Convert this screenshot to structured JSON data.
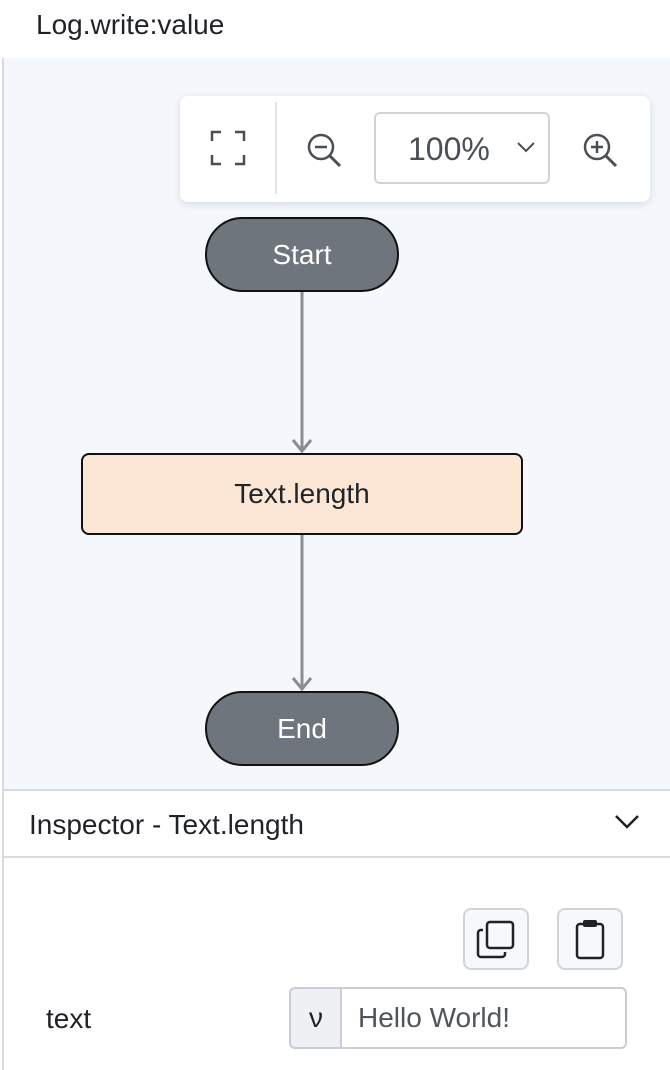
{
  "window": {
    "title": "Log.write:value"
  },
  "toolbar": {
    "fit_icon": "fullscreen-frame-icon",
    "zoom_out_icon": "zoom-out-icon",
    "zoom_in_icon": "zoom-in-icon",
    "zoom_value": "100%"
  },
  "diagram": {
    "nodes": [
      {
        "id": "start",
        "label": "Start",
        "shape": "terminal"
      },
      {
        "id": "text_length",
        "label": "Text.length",
        "shape": "process"
      },
      {
        "id": "end",
        "label": "End",
        "shape": "terminal"
      }
    ],
    "edges": [
      {
        "from": "start",
        "to": "text_length"
      },
      {
        "from": "text_length",
        "to": "end"
      }
    ],
    "colors": {
      "terminal": "#6e757c",
      "process": "#fce6d6",
      "edge": "#8a8d91",
      "canvas": "#f4f7fc"
    }
  },
  "inspector": {
    "title": "Inspector - Text.length",
    "copy_icon": "copy-icon",
    "paste_icon": "clipboard-icon",
    "fields": [
      {
        "label": "text",
        "type_glyph": "ν",
        "value": "Hello World!"
      }
    ]
  }
}
